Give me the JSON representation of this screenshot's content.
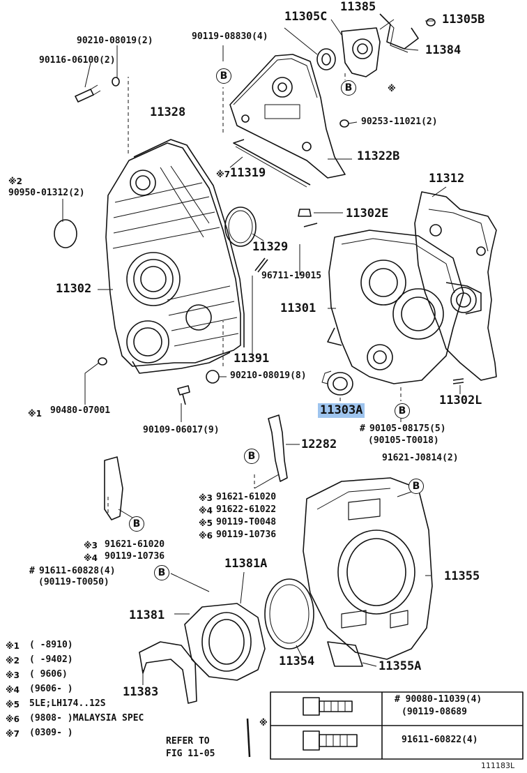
{
  "figure_id": "111183L",
  "ref_mark": "B",
  "star_mark": "※",
  "parts": {
    "p11385": "11385",
    "p11305C": "11305C",
    "p11305B": "11305B",
    "p11384": "11384",
    "p90210_08019_2": "90210-08019(2)",
    "p90119_08830_4": "90119-08830(4)",
    "p90116_06100_2": "90116-06100(2)",
    "p11328": "11328",
    "p90253_11021_2": "90253-11021(2)",
    "p11322B": "11322B",
    "p11319": "11319",
    "p11312": "11312",
    "p90950_01312_2": "90950-01312(2)",
    "p11302E": "11302E",
    "p11329": "11329",
    "p96711_19015": "96711-19015",
    "p11302": "11302",
    "p11301": "11301",
    "p11391": "11391",
    "p90210_08019_8": "90210-08019(8)",
    "p11302L": "11302L",
    "p90480_07001": "90480-07001",
    "p11303A": "11303A",
    "p90109_06017_9": "90109-06017(9)",
    "p90105_08175_5": "90105-08175(5)",
    "p90105_T0018": "(90105-T0018)",
    "p12282": "12282",
    "p91621_J0814_2": "91621-J0814(2)",
    "p91621_61020": "91621-61020",
    "p91622_61022": "91622-61022",
    "p90119_T0048": "90119-T0048",
    "p90119_10736": "90119-10736",
    "p91621_61020_b": "91621-61020",
    "p90119_10736_b": "90119-10736",
    "p91611_60828_4": "91611-60828(4)",
    "p90119_T0050": "(90119-T0050)",
    "p11381A": "11381A",
    "p11355": "11355",
    "p11381": "11381",
    "p11354": "11354",
    "p11355A": "11355A",
    "p11383": "11383"
  },
  "prefixes": {
    "s1": "※1",
    "s2": "※2",
    "s3": "※3",
    "s4": "※4",
    "s5": "※5",
    "s6": "※6",
    "s7": "※7",
    "hash": "#"
  },
  "notes": [
    {
      "mark": "※1",
      "text": "(     -8910)"
    },
    {
      "mark": "※2",
      "text": "(     -9402)"
    },
    {
      "mark": "※3",
      "text": "(      9606)"
    },
    {
      "mark": "※4",
      "text": "(9606-     )"
    },
    {
      "mark": "※5",
      "text": "5LE;LH174..12S"
    },
    {
      "mark": "※6",
      "text": "(9808-     )MALAYSIA SPEC"
    },
    {
      "mark": "※7",
      "text": "(0309-     )"
    }
  ],
  "refer": {
    "line1": "REFER TO",
    "line2": "FIG 11-05"
  },
  "table": {
    "row1_main": "# 90080-11039(4)",
    "row1_alt": "(90119-08689",
    "row2": "91611-60822(4)"
  }
}
